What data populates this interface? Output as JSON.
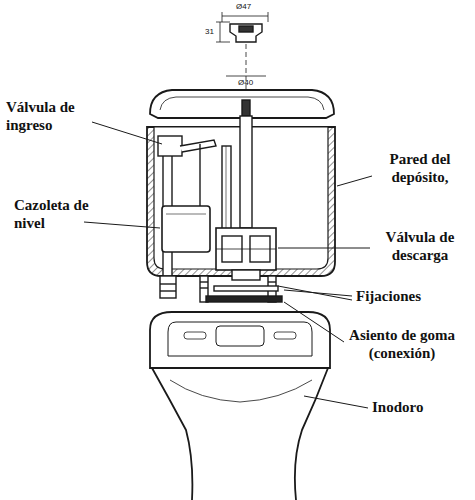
{
  "diagram": {
    "labels": [
      "Ø47",
      "31",
      "Ø40",
      "Válvula de ingreso",
      "Cazoleta de nivel",
      "Pared del depósito,",
      "Válvula de descarga",
      "Fijaciones",
      "Asiento de goma (conexión)",
      "Inodoro"
    ]
  }
}
